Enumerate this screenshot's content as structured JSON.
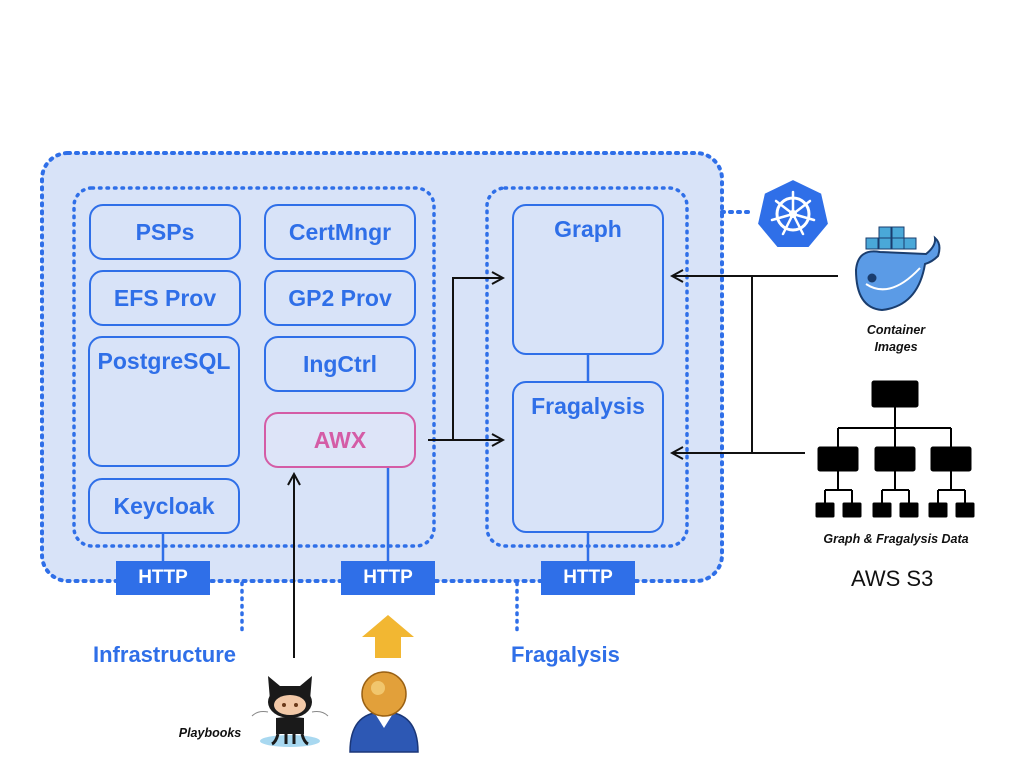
{
  "infrastructure": {
    "label": "Infrastructure",
    "components": {
      "psps": "PSPs",
      "efs_prov": "EFS Prov",
      "postgresql": "PostgreSQL",
      "keycloak": "Keycloak",
      "certmngr": "CertMngr",
      "gp2_prov": "GP2 Prov",
      "ingctrl": "IngCtrl",
      "awx": "AWX"
    }
  },
  "fragalysis": {
    "label": "Fragalysis",
    "components": {
      "graph": "Graph",
      "fragalysis": "Fragalysis"
    }
  },
  "http_labels": [
    "HTTP",
    "HTTP",
    "HTTP"
  ],
  "external": {
    "container_images": [
      "Container",
      "Images"
    ],
    "data_caption": "Graph & Fragalysis Data",
    "aws_s3": "AWS S3",
    "playbooks": "Playbooks"
  },
  "colors": {
    "accent": "#2f6fe8",
    "awx": "#d45ca6",
    "panel": "#d8e3f8",
    "arrow_up": "#f2b732"
  },
  "icons": [
    "kubernetes-icon",
    "docker-icon",
    "github-octocat-icon",
    "user-icon",
    "graph-network-icon",
    "dna-icon",
    "database-icon",
    "tree-hierarchy-icon"
  ]
}
